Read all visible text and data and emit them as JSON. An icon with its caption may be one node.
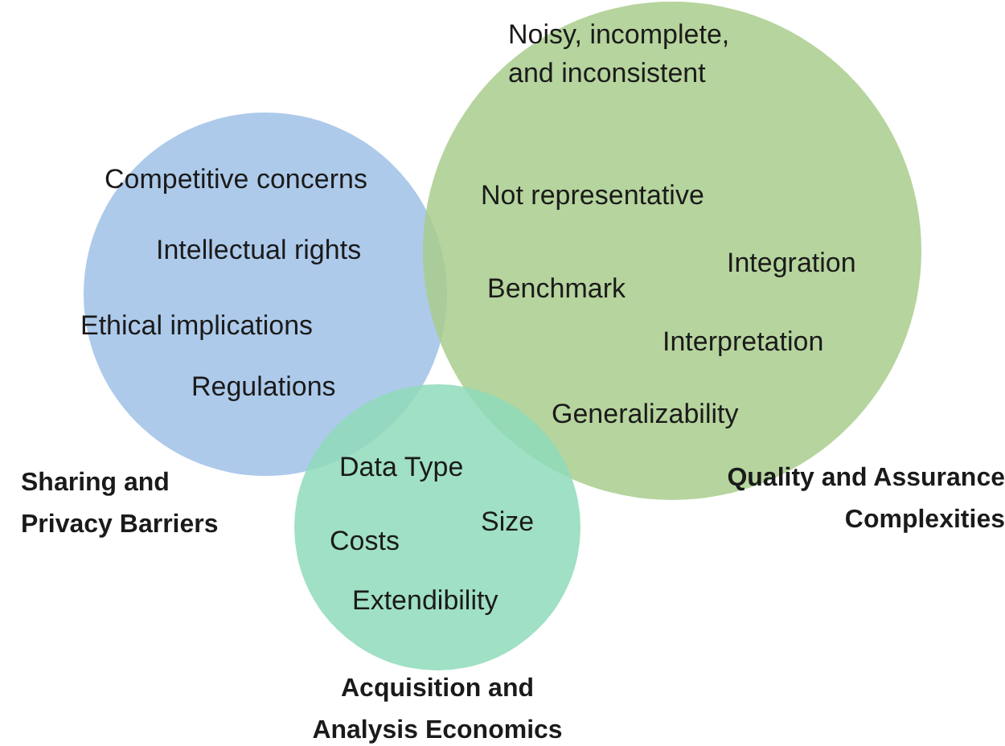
{
  "diagram": {
    "nodes": [
      {
        "text": [
          "Competitive concerns",
          "Intellectual rights",
          "Ethical implications",
          "Regulations",
          "Sharing and Privacy Barriers"
        ]
      },
      {
        "text": [
          "Noisy, incomplete, and inconsistent",
          "Not representative",
          "Integration",
          "Benchmark",
          "Interpretation",
          "Generalizability",
          "Quality and Assurance Complexities"
        ]
      },
      {
        "text": [
          "Data Type",
          "Size",
          "Costs",
          "Extendibility",
          "Acquisition and Analysis Economics"
        ]
      }
    ]
  }
}
